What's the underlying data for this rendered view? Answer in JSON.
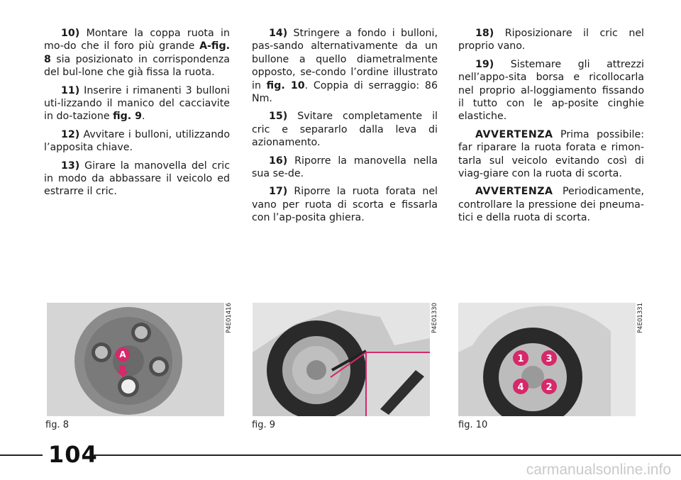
{
  "column1": {
    "p10": {
      "num": "10)",
      "text": " Montare la coppa ruota in mo-do che il foro più grande ",
      "ref": "A-fig. 8",
      "text2": " sia posizionato in corrispondenza del bul-lone che già fissa la ruota."
    },
    "p11": {
      "num": "11)",
      "text": " Inserire i rimanenti 3 bulloni uti-lizzando il manico del cacciavite in do-tazione ",
      "ref": "fig. 9",
      "text2": "."
    },
    "p12": {
      "num": "12)",
      "text": " Avvitare i bulloni, utilizzando l’apposita chiave."
    },
    "p13": {
      "num": "13)",
      "text": " Girare la manovella del cric in modo da abbassare il veicolo ed estrarre il cric."
    }
  },
  "column2": {
    "p14": {
      "num": "14)",
      "text": " Stringere a fondo i bulloni, pas-sando alternativamente da un bullone a quello diametralmente opposto, se-condo l’ordine illustrato in ",
      "ref": "fig. 10",
      "text2": ". Coppia di serraggio: 86 Nm."
    },
    "p15": {
      "num": "15)",
      "text": " Svitare completamente il cric e separarlo dalla leva di azionamento."
    },
    "p16": {
      "num": "16)",
      "text": " Riporre la manovella nella sua se-de."
    },
    "p17": {
      "num": "17)",
      "text": " Riporre la ruota forata nel vano per ruota di scorta e fissarla con l’ap-posita ghiera."
    }
  },
  "column3": {
    "p18": {
      "num": "18)",
      "text": " Riposizionare il cric nel proprio vano."
    },
    "p19": {
      "num": "19)",
      "text": " Sistemare gli attrezzi nell’appo-sita borsa e ricollocarla nel proprio al-loggiamento fissando il tutto con le ap-posite cinghie elastiche."
    },
    "warn1": {
      "label": "AVVERTENZA",
      "text": " Prima possibile: far riparare la ruota forata e rimon-tarla sul veicolo evitando così di viag-giare con la ruota di scorta."
    },
    "warn2": {
      "label": "AVVERTENZA",
      "text": " Periodicamente, controllare la pressione dei pneuma-tici e della ruota di scorta."
    }
  },
  "figures": {
    "fig8": {
      "caption": "fig. 8",
      "code": "P4E01416",
      "marker": "A"
    },
    "fig9": {
      "caption": "fig. 9",
      "code": "P4E01330"
    },
    "fig10": {
      "caption": "fig. 10",
      "code": "P4E01331",
      "bolts": [
        "1",
        "3",
        "4",
        "2"
      ]
    }
  },
  "page_number": "104",
  "watermark": "carmanualsonline.info",
  "colors": {
    "accent": "#d6286b",
    "photo_bg": "#d7d7d7"
  }
}
